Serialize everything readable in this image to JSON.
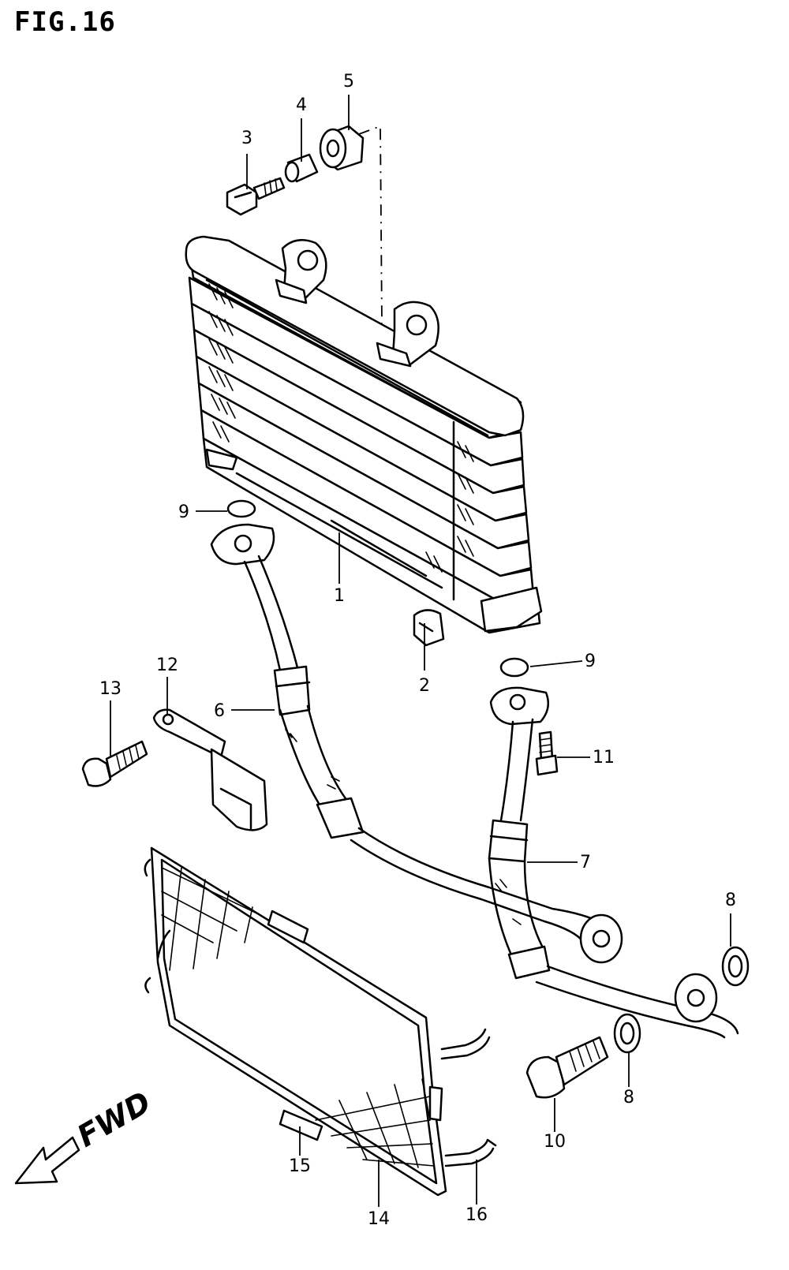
{
  "figure": {
    "title": "FIG.16"
  },
  "direction": {
    "label": "FWD"
  },
  "callouts": [
    {
      "id": "1",
      "label": "1"
    },
    {
      "id": "2",
      "label": "2"
    },
    {
      "id": "3",
      "label": "3"
    },
    {
      "id": "4",
      "label": "4"
    },
    {
      "id": "5",
      "label": "5"
    },
    {
      "id": "6",
      "label": "6"
    },
    {
      "id": "7",
      "label": "7"
    },
    {
      "id": "8a",
      "label": "8"
    },
    {
      "id": "8b",
      "label": "8"
    },
    {
      "id": "9a",
      "label": "9"
    },
    {
      "id": "9b",
      "label": "9"
    },
    {
      "id": "10",
      "label": "10"
    },
    {
      "id": "11",
      "label": "11"
    },
    {
      "id": "12",
      "label": "12"
    },
    {
      "id": "13",
      "label": "13"
    },
    {
      "id": "14",
      "label": "14"
    },
    {
      "id": "15",
      "label": "15"
    },
    {
      "id": "16",
      "label": "16"
    }
  ]
}
